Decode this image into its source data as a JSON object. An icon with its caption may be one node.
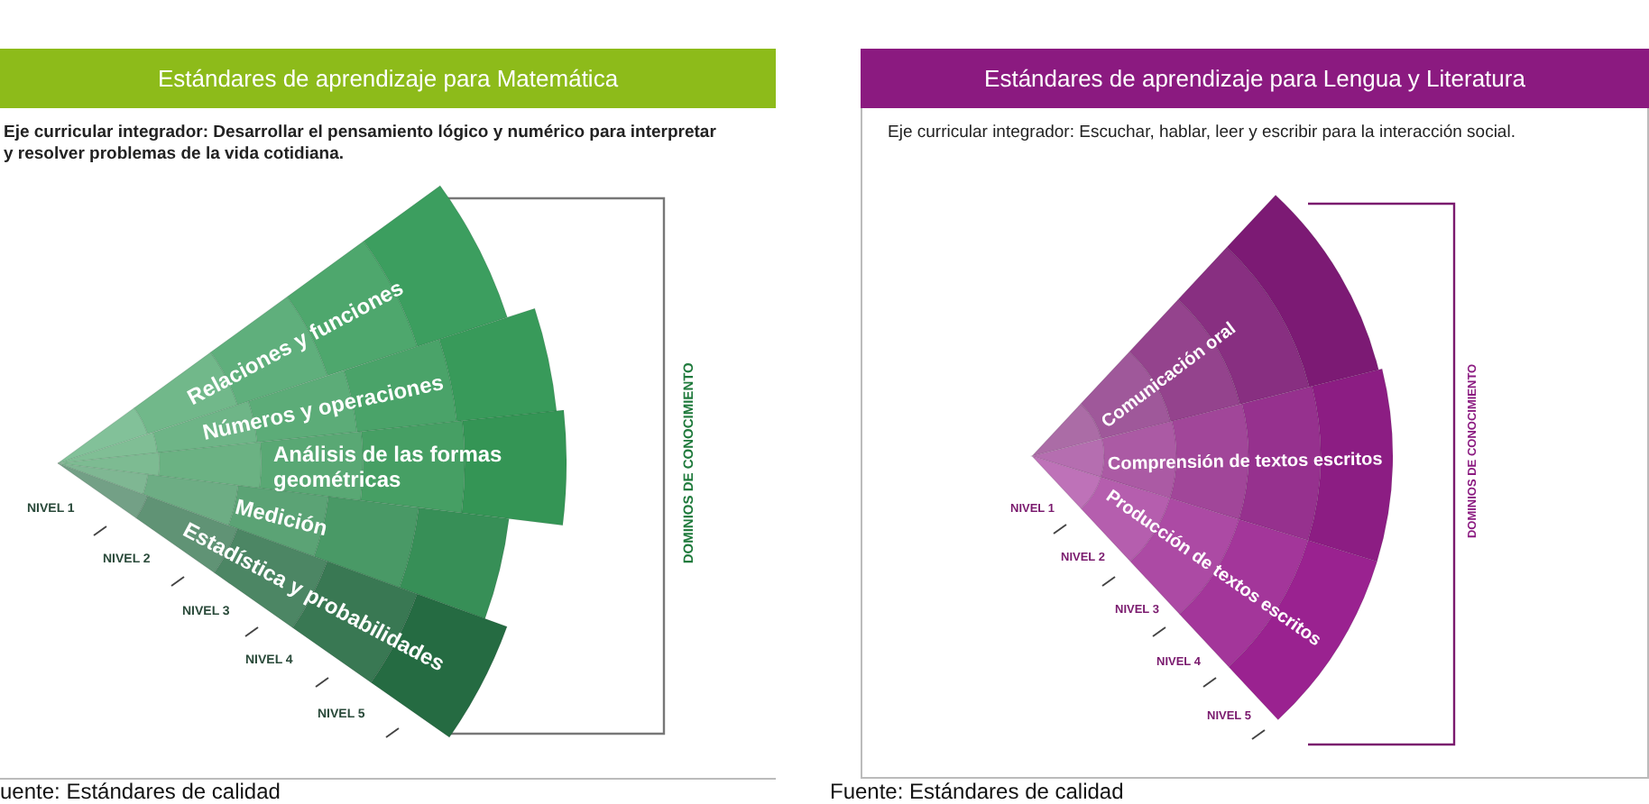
{
  "diagram": {
    "nodes": [
      {
        "text": [
          "Estándares de aprendizaje para Matemática"
        ]
      },
      {
        "text": [
          "Relaciones y funciones"
        ]
      },
      {
        "text": [
          "Números y operaciones"
        ]
      },
      {
        "text": [
          "Análisis de las formas geométricas"
        ]
      },
      {
        "text": [
          "Medición"
        ]
      },
      {
        "text": [
          "Estadística y probabilidades"
        ]
      },
      {
        "text": [
          "Estándares de aprendizaje para Lengua y Literatura"
        ]
      },
      {
        "text": [
          "Comunicación oral"
        ]
      },
      {
        "text": [
          "Comprensión de textos escritos"
        ]
      },
      {
        "text": [
          "Producción de textos escritos"
        ]
      }
    ],
    "labels": [
      "Eje curricular integrador: Desarrollar el pensamiento lógico y numérico para interpretar y resolver problemas de la vida cotidiana.",
      "DOMINIOS DE CONOCIMIENTO",
      "NIVEL 1",
      "NIVEL 2",
      "NIVEL 3",
      "NIVEL 4",
      "NIVEL 5",
      "Eje curricular integrador: Escuchar, hablar, leer y escribir para la interacción social.",
      "DOMINIOS DE CONOCIMIENTO",
      "NIVEL 1",
      "NIVEL 2",
      "NIVEL 3",
      "NIVEL 4",
      "NIVEL 5",
      "uente: Estándares de calidad",
      "Fuente: Estándares de calidad"
    ]
  }
}
